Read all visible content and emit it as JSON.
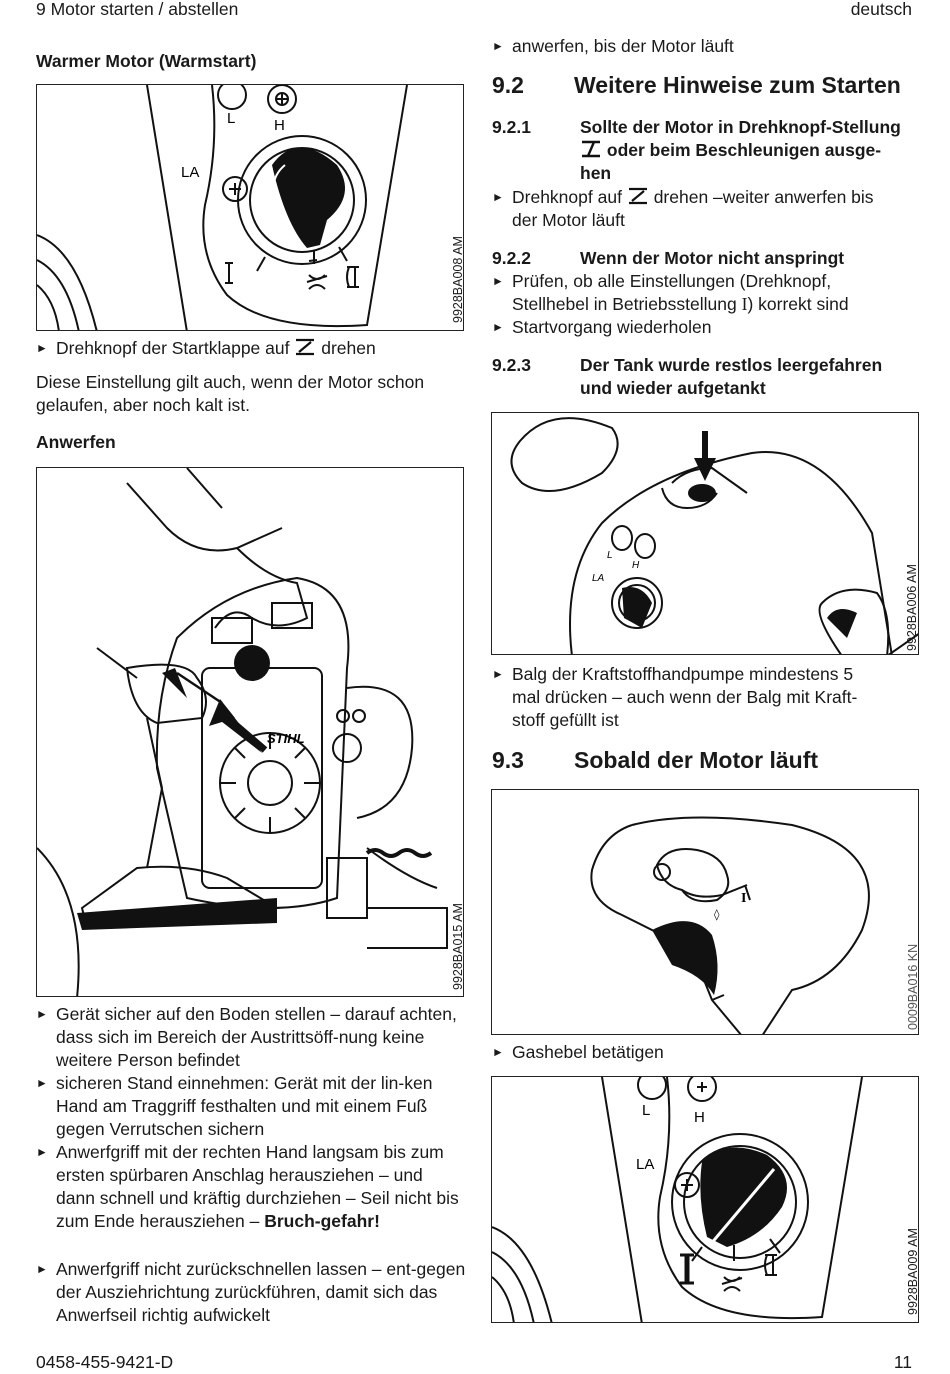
{
  "header": {
    "section": "9 Motor starten / abstellen",
    "language": "deutsch"
  },
  "left": {
    "warm_heading": "Warmer Motor (Warmstart)",
    "fig1": {
      "code": "9928BA008 AM",
      "labels": {
        "l": "L",
        "h": "H",
        "la": "LA"
      }
    },
    "bullet_knob_pre": "Drehknopf der Startklappe auf",
    "bullet_knob_post": "drehen",
    "note": "Diese Einstellung gilt auch, wenn der Motor schon gelaufen, aber noch kalt ist.",
    "anwerfen_heading": "Anwerfen",
    "fig2": {
      "code": "9928BA015 AM",
      "brand": "STIHL"
    },
    "bullets": [
      "Gerät sicher auf den Boden stellen – darauf achten, dass sich im Bereich der Austrittsöff-nung keine weitere Person befindet",
      "sicheren Stand einnehmen: Gerät mit der lin-ken Hand am Traggriff festhalten und mit einem Fuß gegen Verrutschen sichern",
      "Anwerfgriff mit der rechten Hand langsam bis zum ersten spürbaren Anschlag herausziehen – und dann schnell und kräftig durchziehen – Seil nicht bis zum Ende herausziehen –",
      "Anwerfgriff nicht zurückschnellen lassen – ent-gegen der Ausziehrichtung zurückführen, damit sich das Anwerfseil richtig aufwickelt"
    ],
    "bruch": "Bruch-gefahr!"
  },
  "right": {
    "bullet_anwerfen": "anwerfen, bis der Motor läuft",
    "s92_num": "9.2",
    "s92_title": "Weitere Hinweise zum Starten",
    "s921_num": "9.2.1",
    "s921_title_a": "Sollte der Motor in Drehknopf-Stellung",
    "s921_title_b": "oder beim Beschleunigen ausge-",
    "s921_title_c": "hen",
    "s921_bullet_pre": "Drehknopf auf",
    "s921_bullet_post": "drehen –weiter anwerfen bis",
    "s921_bullet_line2": "der Motor läuft",
    "s922_num": "9.2.2",
    "s922_title": "Wenn der Motor nicht anspringt",
    "s922_bullet1_a": "Prüfen, ob alle Einstellungen (Drehknopf,",
    "s922_bullet1_b": "Stellhebel in Betriebsstellung",
    "s922_bullet1_c": "I",
    "s922_bullet1_d": ") korrekt sind",
    "s922_bullet2": "Startvorgang wiederholen",
    "s923_num": "9.2.3",
    "s923_title_a": "Der Tank wurde restlos leergefahren",
    "s923_title_b": "und wieder aufgetankt",
    "fig3": {
      "code": "9928BA006 AM"
    },
    "balg_bullet": [
      "Balg der Kraftstoffhandpumpe mindestens 5",
      "mal drücken – auch wenn der Balg mit Kraft-",
      "stoff gefüllt ist"
    ],
    "s93_num": "9.3",
    "s93_title": "Sobald der Motor läuft",
    "fig4": {
      "code": "0009BA016 KN"
    },
    "gas_bullet": "Gashebel betätigen",
    "fig5": {
      "code": "9928BA009 AM"
    }
  },
  "footer": {
    "doc_number": "0458-455-9421-D",
    "page": "11"
  }
}
